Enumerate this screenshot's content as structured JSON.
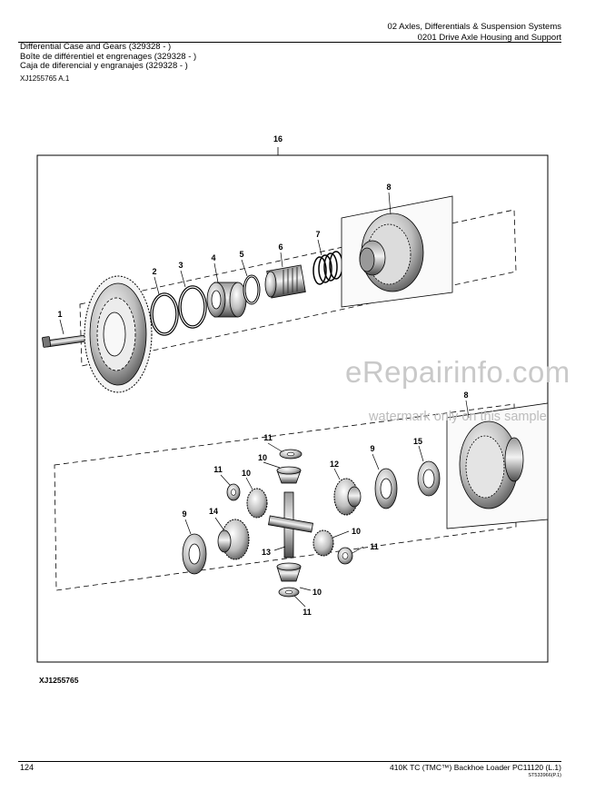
{
  "header": {
    "section": "02 Axles, Differentials & Suspension Systems",
    "group": "0201 Drive Axle Housing and Support"
  },
  "titles": {
    "en": "Differential Case and Gears (329328 - )",
    "fr": "Boîte de différentiel et engrenages (329328 - )",
    "es": "Caja de diferencial y engranajes (329328 - )"
  },
  "illustration_ref": "XJ1255765 A.1",
  "diagram": {
    "callouts": {
      "c16": "16",
      "c1": "1",
      "c2": "2",
      "c3": "3",
      "c4": "4",
      "c5": "5",
      "c6": "6",
      "c7": "7",
      "c8a": "8",
      "c8b": "8",
      "c9a": "9",
      "c9b": "9",
      "c10a": "10",
      "c10b": "10",
      "c10c": "10",
      "c10d": "10",
      "c11a": "11",
      "c11b": "11",
      "c11c": "11",
      "c11d": "11",
      "c12": "12",
      "c13": "13",
      "c14": "14",
      "c15": "15"
    }
  },
  "figure_id": "XJ1255765",
  "watermark": {
    "site": "eRepairinfo.com",
    "note": "watermark only on this sample"
  },
  "footer": {
    "page": "124",
    "model": "410K TC (TMC™) Backhoe Loader   PC11120   (L.1)",
    "code": "ST533966(P.1)"
  }
}
